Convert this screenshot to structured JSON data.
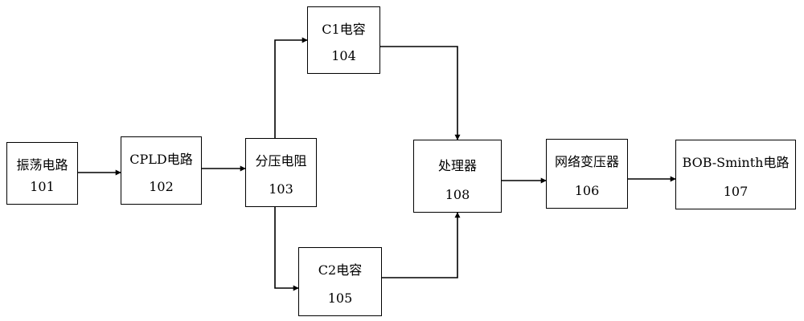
{
  "blocks": {
    "oscillator": {
      "name": "振荡电路",
      "number": "101"
    },
    "cpld": {
      "name": "CPLD电路",
      "number": "102"
    },
    "divider": {
      "name": "分压电阻",
      "number": "103"
    },
    "c1": {
      "name": "C1电容",
      "number": "104"
    },
    "c2": {
      "name": "C2电容",
      "number": "105"
    },
    "processor": {
      "name": "处理器",
      "number": "108"
    },
    "transformer": {
      "name": "网络变压器",
      "number": "106"
    },
    "bob": {
      "name": "BOB-Sminth电路",
      "number": "107"
    }
  },
  "connections": [
    {
      "from": "101",
      "to": "102"
    },
    {
      "from": "102",
      "to": "103"
    },
    {
      "from": "103",
      "to": "104"
    },
    {
      "from": "103",
      "to": "105"
    },
    {
      "from": "104",
      "to": "108"
    },
    {
      "from": "105",
      "to": "108"
    },
    {
      "from": "108",
      "to": "106"
    },
    {
      "from": "106",
      "to": "107"
    }
  ]
}
